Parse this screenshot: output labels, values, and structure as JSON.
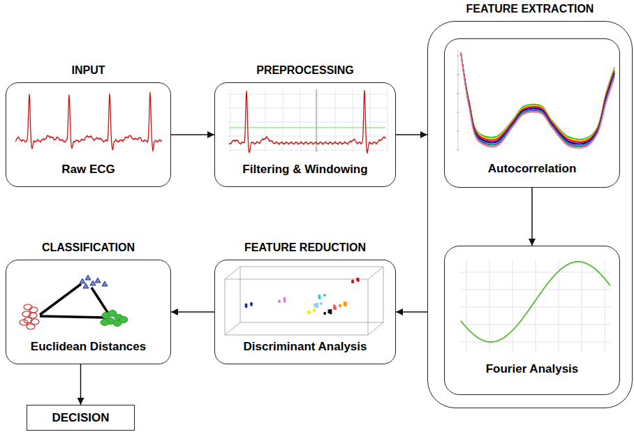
{
  "diagram": {
    "nodes": [
      {
        "text": [
          "INPUT",
          "Raw ECG"
        ]
      },
      {
        "text": [
          "PREPROCESSING",
          "Filtering & Windowing"
        ]
      },
      {
        "text": [
          "FEATURE EXTRACTION"
        ]
      },
      {
        "text": [
          "Autocorrelation"
        ],
        "in": 2
      },
      {
        "text": [
          "Fourier Analysis"
        ],
        "in": 2
      },
      {
        "text": [
          "FEATURE REDUCTION",
          "Discriminant Analysis"
        ]
      },
      {
        "text": [
          "CLASSIFICATION",
          "Euclidean Distances"
        ]
      },
      {
        "text": [
          "DECISION"
        ]
      }
    ],
    "edges": [
      {
        "from": 0,
        "to": 1,
        "arrow": "to"
      },
      {
        "from": 1,
        "to": 2,
        "arrow": "to"
      },
      {
        "from": 3,
        "to": 4,
        "arrow": "to"
      },
      {
        "from": 2,
        "to": 5,
        "arrow": "to"
      },
      {
        "from": 5,
        "to": 6,
        "arrow": "to"
      },
      {
        "from": 6,
        "to": 7,
        "arrow": "to"
      }
    ]
  }
}
